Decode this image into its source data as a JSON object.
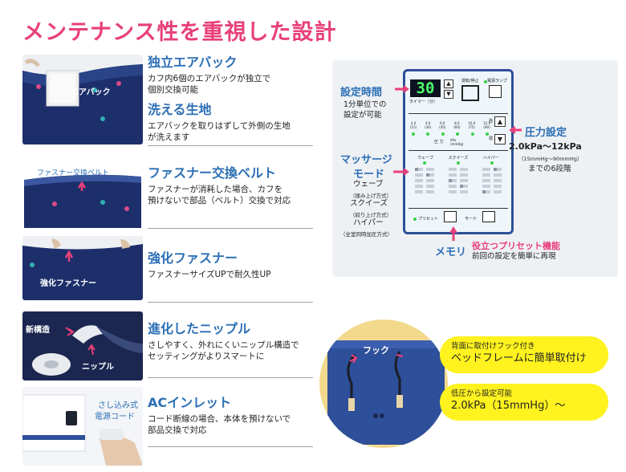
{
  "page": {
    "title": "メンテナンス性を重視した設計"
  },
  "features": [
    {
      "title": "独立エアバック",
      "desc1": "カフ内6個のエアバックが独立で",
      "desc2": "個別交換可能",
      "photo_label": "エアバック"
    },
    {
      "title": "洗える生地",
      "desc1": "エアバックを取りはずして外側の生地",
      "desc2": "が洗えます"
    },
    {
      "title": "ファスナー交換ベルト",
      "desc1": "ファスナーが消耗した場合、カフを",
      "desc2": "預けないで部品（ベルト）交換で対応",
      "photo_label": "ファスナー交換ベルト"
    },
    {
      "title": "強化ファスナー",
      "desc1": "ファスナーサイズUPで耐久性UP",
      "photo_label": "強化ファスナー"
    },
    {
      "title": "進化したニップル",
      "desc1": "さしやすく、外れにくいニップル構造で",
      "desc2": "セッティングがよりスマートに",
      "photo_label1": "新構造",
      "photo_label2": "ニップル"
    },
    {
      "title": "ACインレット",
      "desc1": "コード断線の場合、本体を預けないで",
      "desc2": "部品交換で対応",
      "photo_label1": "さし込み式",
      "photo_label2": "電源コード"
    }
  ],
  "controller": {
    "timer_display": "30",
    "timer_label": "タイマー（分）",
    "btn_run": "運転/停止",
    "btn_lamp": "電源ランプ",
    "pressure_levels": [
      "2.0\n(15)",
      "4.0\n(30)",
      "6.0\n(45)",
      "8.0\n(60)",
      "10.0\n(75)",
      "12.0\n(90)"
    ],
    "pressure_label": "圧 力",
    "pressure_unit": "kPa\n(mmHg)",
    "mode_labels": [
      "ウェーブ",
      "スクイーズ",
      "ハイパー"
    ],
    "preset_label": "プリセット",
    "mode_btn_label": "モード",
    "up_label": "強",
    "down_label": "弱"
  },
  "callouts": {
    "time_title": "設定時間",
    "time_sub1": "1分単位での",
    "time_sub2": "設定が可能",
    "pressure_title": "圧力設定",
    "pressure_range": "2.0kPa〜12kPa",
    "pressure_mmhg": "（15mmHg〜90mmHg）",
    "pressure_steps": "までの6段階",
    "mode_title1": "マッサージ",
    "mode_title2": "モード",
    "mode_wave": "ウェーブ",
    "mode_wave_sub": "（揉み上げ方式）",
    "mode_squeeze": "スクイーズ",
    "mode_squeeze_sub": "（絞り上げ方式）",
    "mode_hyper": "ハイパー",
    "mode_hyper_sub": "（全室同時加圧方式）",
    "memory": "メモリ",
    "preset_title": "役立つプリセット機能",
    "preset_sub": "前回の設定を簡単に再現"
  },
  "hook": {
    "label": "フック"
  },
  "pills": [
    {
      "small": "背面に取付けフック付き",
      "big": "ベッドフレームに簡単取付け"
    },
    {
      "small": "低圧から設定可能",
      "big": "2.0kPa（15mmHg）〜"
    }
  ],
  "colors": {
    "title_pink": "#e8407a",
    "heading_blue": "#2c6fb5",
    "cuff_navy": "#1d2f6b",
    "pill_yellow": "#fff21e",
    "controller_border": "#2e4f99"
  }
}
